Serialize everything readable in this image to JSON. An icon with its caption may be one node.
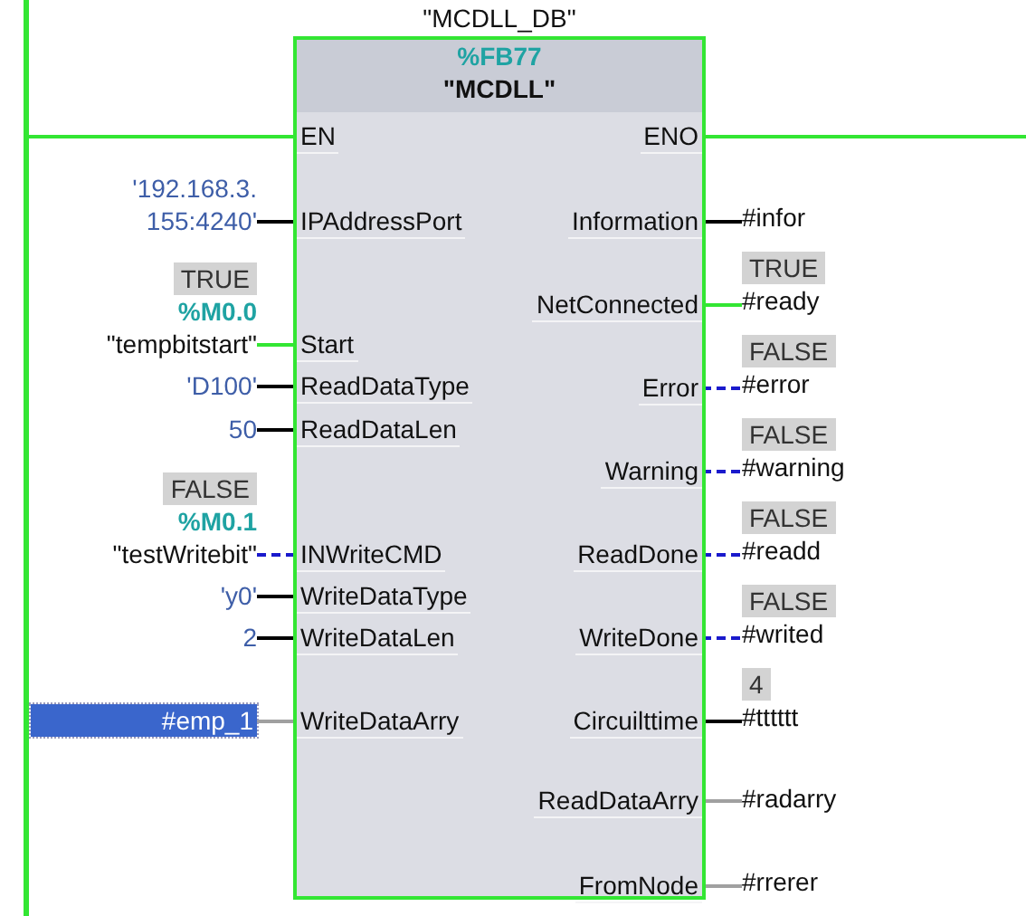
{
  "diagram": {
    "nodes": [
      {
        "text": [],
        "shape": "bar"
      },
      {
        "text": [
          "%FB77",
          "\"MCDLL\""
        ],
        "beside": [
          "\"MCDLL_DB\""
        ]
      },
      {
        "text": [
          "EN"
        ],
        "in": 1
      },
      {
        "text": [
          "IPAddressPort"
        ],
        "in": 1
      },
      {
        "text": [
          "Start"
        ],
        "in": 1
      },
      {
        "text": [
          "ReadDataType"
        ],
        "in": 1
      },
      {
        "text": [
          "ReadDataLen"
        ],
        "in": 1
      },
      {
        "text": [
          "INWriteCMD"
        ],
        "in": 1
      },
      {
        "text": [
          "WriteDataType"
        ],
        "in": 1
      },
      {
        "text": [
          "WriteDataLen"
        ],
        "in": 1
      },
      {
        "text": [
          "WriteDataArry"
        ],
        "in": 1
      },
      {
        "text": [
          "ENO"
        ],
        "in": 1
      },
      {
        "text": [
          "Information"
        ],
        "in": 1
      },
      {
        "text": [
          "NetConnected"
        ],
        "in": 1
      },
      {
        "text": [
          "Error"
        ],
        "in": 1
      },
      {
        "text": [
          "Warning"
        ],
        "in": 1
      },
      {
        "text": [
          "ReadDone"
        ],
        "in": 1
      },
      {
        "text": [
          "WriteDone"
        ],
        "in": 1
      },
      {
        "text": [
          "Circuilttime"
        ],
        "in": 1
      },
      {
        "text": [
          "ReadDataArry"
        ],
        "in": 1
      },
      {
        "text": [
          "FromNode"
        ],
        "in": 1
      },
      {
        "text": [
          "'192.168.3. 155:4240'"
        ]
      },
      {
        "text": [
          "TRUE",
          "%M0.0",
          "\"tempbitstart\""
        ]
      },
      {
        "text": [
          "'D100'"
        ]
      },
      {
        "text": [
          "50"
        ]
      },
      {
        "text": [
          "FALSE",
          "%M0.1",
          "\"testWritebit\""
        ]
      },
      {
        "text": [
          "'y0'"
        ]
      },
      {
        "text": [
          "2"
        ]
      },
      {
        "text": [
          "#emp_1"
        ]
      },
      {
        "text": [
          "#infor"
        ]
      },
      {
        "text": [
          "TRUE",
          "#ready"
        ]
      },
      {
        "text": [
          "FALSE",
          "#error"
        ]
      },
      {
        "text": [
          "FALSE",
          "#warning"
        ]
      },
      {
        "text": [
          "FALSE",
          "#readd"
        ]
      },
      {
        "text": [
          "FALSE",
          "#writed"
        ]
      },
      {
        "text": [
          "4",
          "#tttttt"
        ]
      },
      {
        "text": [
          "#radarry"
        ]
      },
      {
        "text": [
          "#rrerer"
        ]
      }
    ],
    "edges": [
      {
        "from": 0,
        "to": 2,
        "arrow": "none",
        "color": "#33e633"
      },
      {
        "from": 11,
        "to": null,
        "arrow": "none",
        "color": "#33e633"
      },
      {
        "from": 21,
        "to": 3,
        "arrow": "none"
      },
      {
        "from": 22,
        "to": 4,
        "arrow": "none",
        "color": "#33e633"
      },
      {
        "from": 23,
        "to": 5,
        "arrow": "none"
      },
      {
        "from": 24,
        "to": 6,
        "arrow": "none"
      },
      {
        "from": 25,
        "to": 7,
        "arrow": "none",
        "style": "dashed",
        "color": "#1a1acc"
      },
      {
        "from": 26,
        "to": 8,
        "arrow": "none"
      },
      {
        "from": 27,
        "to": 9,
        "arrow": "none"
      },
      {
        "from": 28,
        "to": 10,
        "arrow": "none",
        "color": "#a0a0a0"
      },
      {
        "from": 12,
        "to": 29,
        "arrow": "none"
      },
      {
        "from": 13,
        "to": 30,
        "arrow": "none",
        "color": "#33e633"
      },
      {
        "from": 14,
        "to": 31,
        "arrow": "none",
        "style": "dashed",
        "color": "#1a1acc"
      },
      {
        "from": 15,
        "to": 32,
        "arrow": "none",
        "style": "dashed",
        "color": "#1a1acc"
      },
      {
        "from": 16,
        "to": 33,
        "arrow": "none",
        "style": "dashed",
        "color": "#1a1acc"
      },
      {
        "from": 17,
        "to": 34,
        "arrow": "none",
        "style": "dashed",
        "color": "#1a1acc"
      },
      {
        "from": 18,
        "to": 35,
        "arrow": "none"
      },
      {
        "from": 19,
        "to": 36,
        "arrow": "none",
        "color": "#a0a0a0"
      },
      {
        "from": 20,
        "to": 37,
        "arrow": "none",
        "color": "#a0a0a0"
      }
    ]
  }
}
